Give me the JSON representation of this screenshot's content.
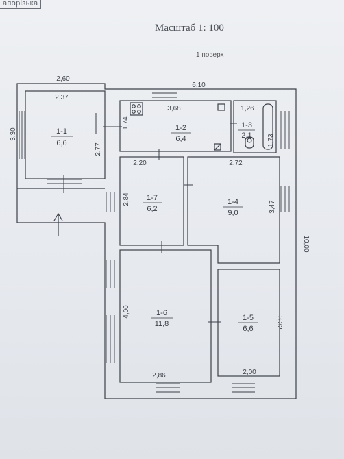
{
  "header": {
    "corner_text": "апорізька",
    "scale": "Масштаб 1: 100",
    "floor": "1 поверх"
  },
  "rooms": [
    {
      "id": "1-1",
      "area": "6,6"
    },
    {
      "id": "1-2",
      "area": "6,4"
    },
    {
      "id": "1-3",
      "area": "2,1"
    },
    {
      "id": "1-4",
      "area": "9,0"
    },
    {
      "id": "1-5",
      "area": "6,6"
    },
    {
      "id": "1-6",
      "area": "11,8"
    },
    {
      "id": "1-7",
      "area": "6,2"
    }
  ],
  "dimensions": {
    "outer_top_left": "2,60",
    "outer_top_right": "6,10",
    "outer_left": "3,30",
    "outer_right": "10,00",
    "r11_width": "2,37",
    "r11_height": "2,77",
    "r12_width": "3,68",
    "r12_height": "1,74",
    "r13_width": "1,26",
    "r13_height": "1,73",
    "r17_width": "2,20",
    "r17_height": "2,84",
    "r14_width": "2,72",
    "r14_height": "3,47",
    "r16_height": "4,00",
    "r16_width": "2,86",
    "r15_height": "3,32",
    "r15_width": "2,00"
  }
}
